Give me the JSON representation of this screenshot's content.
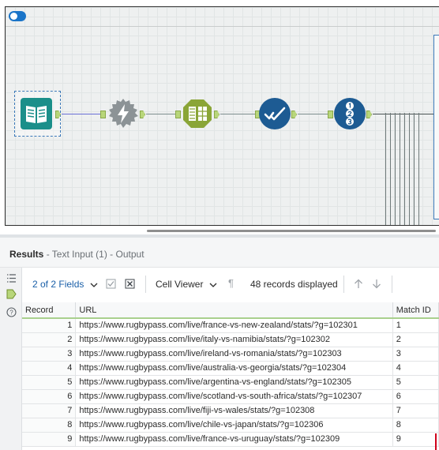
{
  "results": {
    "title": "Results",
    "subtitle": " - Text Input (1) - Output"
  },
  "toolbar": {
    "fields_label": "2 of 2 Fields",
    "viewer_label": "Cell Viewer",
    "records_label": "48 records displayed"
  },
  "table": {
    "headers": [
      "Record",
      "URL",
      "Match ID"
    ],
    "rows": [
      {
        "record": "1",
        "url": "https://www.rugbypass.com/live/france-vs-new-zealand/stats/?g=102301",
        "match_id": "1"
      },
      {
        "record": "2",
        "url": "https://www.rugbypass.com/live/italy-vs-namibia/stats/?g=102302",
        "match_id": "2"
      },
      {
        "record": "3",
        "url": "https://www.rugbypass.com/live/ireland-vs-romania/stats/?g=102303",
        "match_id": "3"
      },
      {
        "record": "4",
        "url": "https://www.rugbypass.com/live/australia-vs-georgia/stats/?g=102304",
        "match_id": "4"
      },
      {
        "record": "5",
        "url": "https://www.rugbypass.com/live/argentina-vs-england/stats/?g=102305",
        "match_id": "5"
      },
      {
        "record": "6",
        "url": "https://www.rugbypass.com/live/scotland-vs-south-africa/stats/?g=102307",
        "match_id": "6"
      },
      {
        "record": "7",
        "url": "https://www.rugbypass.com/live/fiji-vs-wales/stats/?g=102308",
        "match_id": "7"
      },
      {
        "record": "8",
        "url": "https://www.rugbypass.com/live/chile-vs-japan/stats/?g=102306",
        "match_id": "8"
      },
      {
        "record": "9",
        "url": "https://www.rugbypass.com/live/france-vs-uruguay/stats/?g=102309",
        "match_id": "9"
      }
    ]
  },
  "tools": [
    {
      "name": "text-input-tool",
      "icon": "book-icon",
      "color": "#1b8f8a"
    },
    {
      "name": "formula-tool",
      "icon": "lightning-icon",
      "color": "#8c9396"
    },
    {
      "name": "text-to-columns-tool",
      "icon": "table-columns-icon",
      "color": "#8aa537"
    },
    {
      "name": "select-tool",
      "icon": "checkmark-icon",
      "color": "#1d5b93"
    },
    {
      "name": "record-id-tool",
      "icon": "numbered-list-icon",
      "color": "#1d5b93"
    }
  ]
}
